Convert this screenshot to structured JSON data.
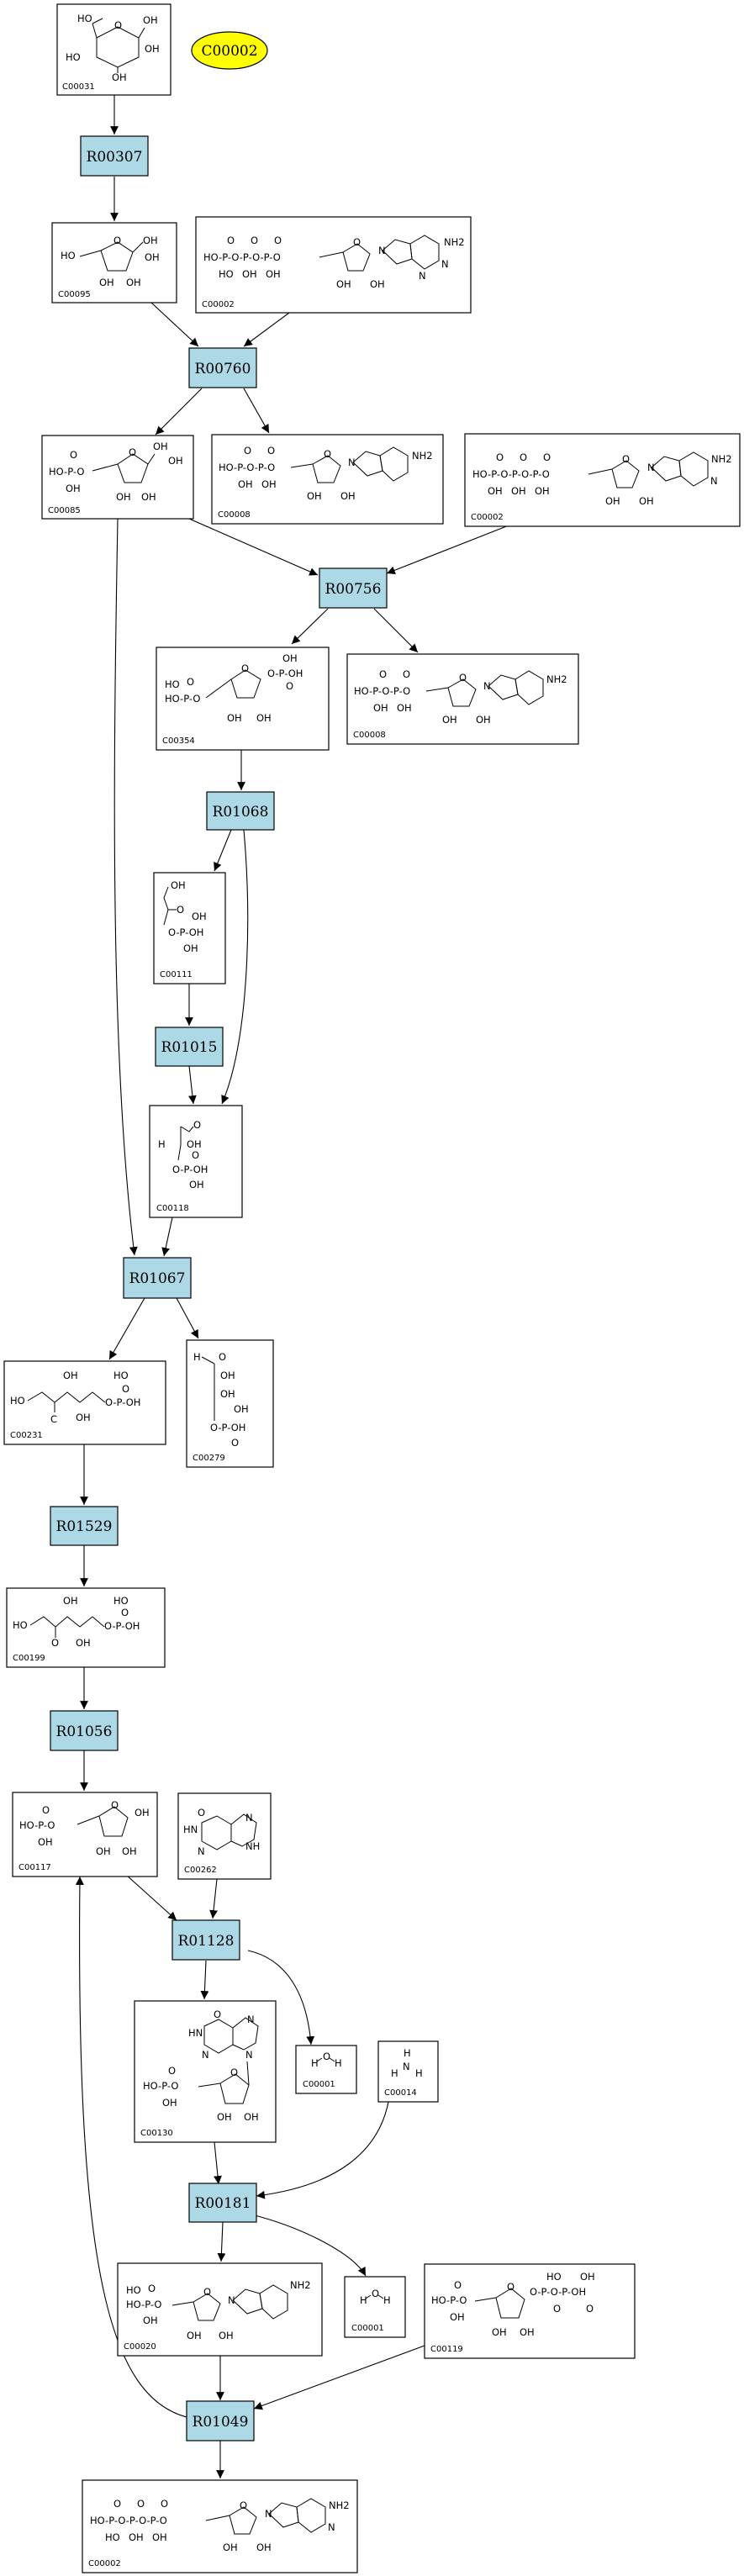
{
  "highlight": {
    "label": "C00002",
    "color": "#ffff00"
  },
  "colors": {
    "reaction_fill": "#add8e6",
    "node_border": "#000000"
  },
  "reactions": {
    "r00307": "R00307",
    "r00760": "R00760",
    "r00756": "R00756",
    "r01068": "R01068",
    "r01015": "R01015",
    "r01067": "R01067",
    "r01529": "R01529",
    "r01056": "R01056",
    "r01128": "R01128",
    "r00181": "R00181",
    "r01049": "R01049"
  },
  "compounds": {
    "c00031": "C00031",
    "c00095": "C00095",
    "c00002_a": "C00002",
    "c00085": "C00085",
    "c00008_a": "C00008",
    "c00002_b": "C00002",
    "c00354": "C00354",
    "c00008_b": "C00008",
    "c00111": "C00111",
    "c00118": "C00118",
    "c00231": "C00231",
    "c00279": "C00279",
    "c00199": "C00199",
    "c00117": "C00117",
    "c00262": "C00262",
    "c00130": "C00130",
    "c00001_a": "C00001",
    "c00014": "C00014",
    "c00020": "C00020",
    "c00001_b": "C00001",
    "c00119": "C00119",
    "c00002_c": "C00002"
  },
  "atoms": {
    "OH": "OH",
    "HO": "HO",
    "O": "O",
    "P": "P",
    "N": "N",
    "NH2": "NH2",
    "NH": "NH",
    "HN": "HN",
    "H": "H",
    "C": "C"
  }
}
